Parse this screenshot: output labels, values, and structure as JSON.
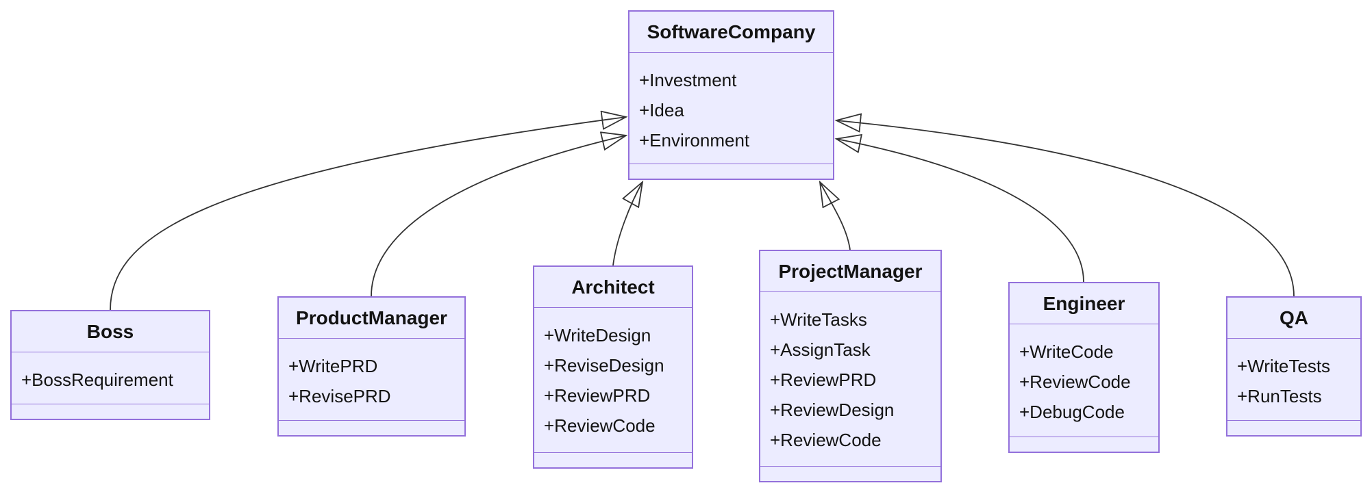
{
  "diagram": {
    "type": "uml_class_diagram",
    "classes": {
      "software_company": {
        "name": "SoftwareCompany",
        "members": [
          "+Investment",
          "+Idea",
          "+Environment"
        ]
      },
      "boss": {
        "name": "Boss",
        "members": [
          "+BossRequirement"
        ]
      },
      "product_manager": {
        "name": "ProductManager",
        "members": [
          "+WritePRD",
          "+RevisePRD"
        ]
      },
      "architect": {
        "name": "Architect",
        "members": [
          "+WriteDesign",
          "+ReviseDesign",
          "+ReviewPRD",
          "+ReviewCode"
        ]
      },
      "project_manager": {
        "name": "ProjectManager",
        "members": [
          "+WriteTasks",
          "+AssignTask",
          "+ReviewPRD",
          "+ReviewDesign",
          "+ReviewCode"
        ]
      },
      "engineer": {
        "name": "Engineer",
        "members": [
          "+WriteCode",
          "+ReviewCode",
          "+DebugCode"
        ]
      },
      "qa": {
        "name": "QA",
        "members": [
          "+WriteTests",
          "+RunTests"
        ]
      }
    },
    "relations": [
      {
        "from": "Boss",
        "to": "SoftwareCompany",
        "type": "inheritance"
      },
      {
        "from": "ProductManager",
        "to": "SoftwareCompany",
        "type": "inheritance"
      },
      {
        "from": "Architect",
        "to": "SoftwareCompany",
        "type": "inheritance"
      },
      {
        "from": "ProjectManager",
        "to": "SoftwareCompany",
        "type": "inheritance"
      },
      {
        "from": "Engineer",
        "to": "SoftwareCompany",
        "type": "inheritance"
      },
      {
        "from": "QA",
        "to": "SoftwareCompany",
        "type": "inheritance"
      }
    ],
    "colors": {
      "node_fill": "#ECECFF",
      "node_border": "#9370DB",
      "edge": "#333333",
      "text": "#131313",
      "background": "#ffffff"
    }
  }
}
